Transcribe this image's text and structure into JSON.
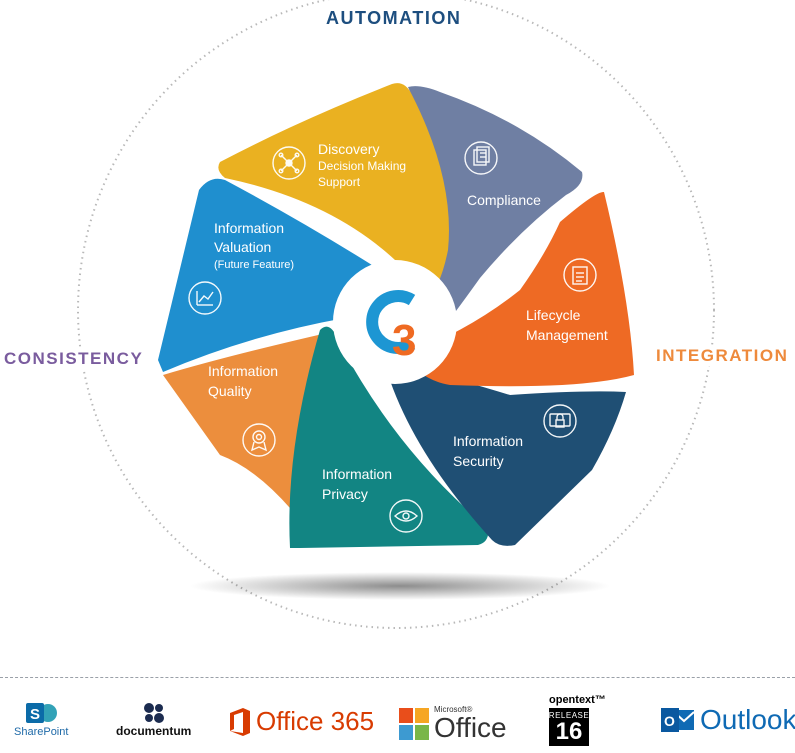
{
  "ring_labels": {
    "top": "AUTOMATION",
    "left": "CONSISTENCY",
    "right": "INTEGRATION"
  },
  "center_logo": {
    "text": "C3"
  },
  "segments": [
    {
      "id": "discovery",
      "lines": [
        "Discovery",
        "Decision Making",
        "Support"
      ],
      "color": "#eab121",
      "icon": "network-hub-icon"
    },
    {
      "id": "compliance",
      "lines": [
        "Compliance"
      ],
      "color": "#6f7fa3",
      "icon": "document-stack-icon"
    },
    {
      "id": "lifecycle",
      "lines": [
        "Lifecycle",
        "Management"
      ],
      "color": "#ee6a24",
      "icon": "clipboard-icon"
    },
    {
      "id": "security",
      "lines": [
        "Information",
        "Security"
      ],
      "color": "#1f4f74",
      "icon": "lock-card-icon"
    },
    {
      "id": "privacy",
      "lines": [
        "Information",
        "Privacy"
      ],
      "color": "#128583",
      "icon": "eye-icon"
    },
    {
      "id": "quality",
      "lines": [
        "Information",
        "Quality"
      ],
      "color": "#ec8e3d",
      "icon": "award-badge-icon"
    },
    {
      "id": "valuation",
      "lines": [
        "Information",
        "Valuation",
        "(Future Feature)"
      ],
      "color": "#1f8fcf",
      "icon": "growth-chart-icon"
    }
  ],
  "colors": {
    "automation": "#1d4e7f",
    "consistency": "#7a5c9e",
    "integration": "#ee8a3c",
    "c_blue": "#1d96d3",
    "three_orange": "#ef6a22",
    "ring": "#b5b5b5"
  },
  "logos": {
    "sharepoint": {
      "label": "SharePoint",
      "mark": "S"
    },
    "documentum": {
      "label": "documentum"
    },
    "office365": {
      "label": "Office 365"
    },
    "msoffice": {
      "small": "Microsoft®",
      "big": "Office"
    },
    "opentext": {
      "brand": "opentext™",
      "release": "RELEASE",
      "number": "16"
    },
    "outlook": {
      "label": "Outlook",
      "mark": "O"
    }
  }
}
